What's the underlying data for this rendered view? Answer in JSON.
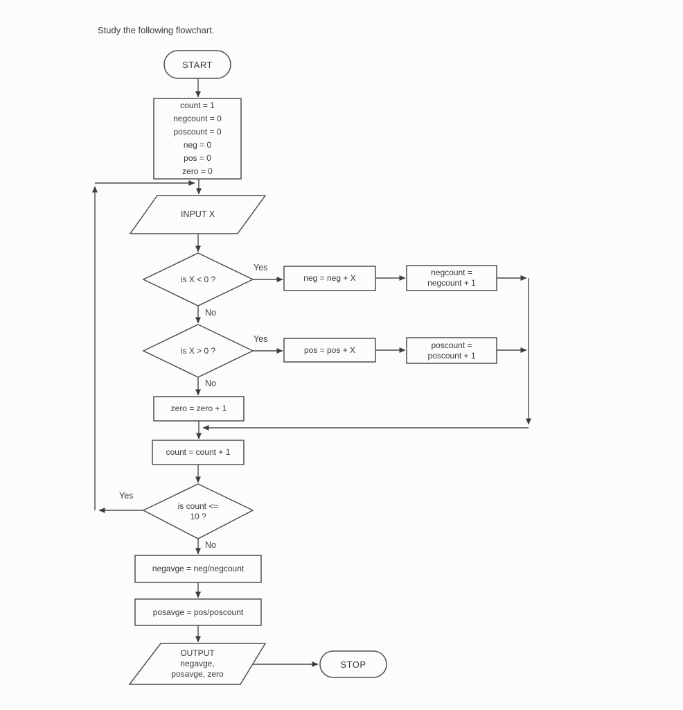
{
  "title": "Study the following flowchart.",
  "flowchart": {
    "start": "START",
    "init": [
      "count = 1",
      "negcount = 0",
      "poscount = 0",
      "neg = 0",
      "pos = 0",
      "zero = 0"
    ],
    "input": "INPUT X",
    "dec_neg": "is X < 0 ?",
    "neg": "neg = neg + X",
    "negcount": [
      "negcount =",
      "negcount + 1"
    ],
    "dec_pos": "is X > 0 ?",
    "pos": "pos = pos + X",
    "poscount": [
      "poscount =",
      "poscount + 1"
    ],
    "zero": "zero = zero + 1",
    "count": "count = count + 1",
    "dec_loop": [
      "is count <=",
      "10 ?"
    ],
    "negavge": "negavge = neg/negcount",
    "posavge": "posavge = pos/poscount",
    "output": [
      "OUTPUT",
      "negavge,",
      "posavge, zero"
    ],
    "stop": "STOP",
    "labels": {
      "yes": "Yes",
      "no": "No"
    }
  },
  "colors": {
    "line": "#4a4a4a",
    "text": "#383838",
    "background": "#fcfcfc"
  }
}
